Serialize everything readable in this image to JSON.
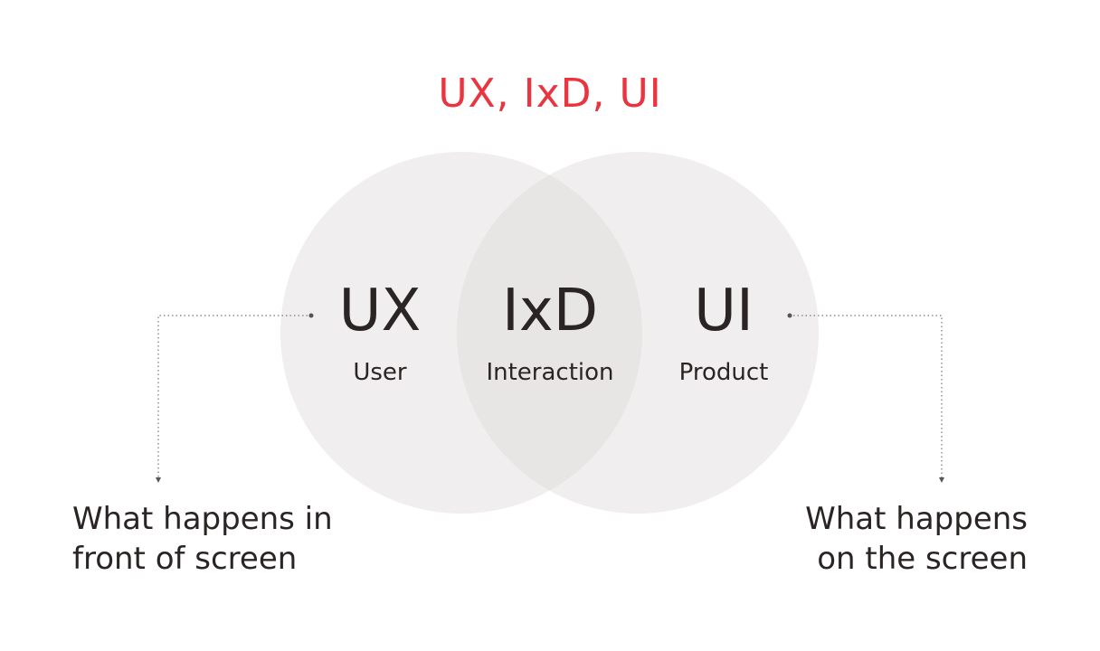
{
  "title": "UX, IxD, UI",
  "colors": {
    "title": "#e8353f",
    "text": "#2b2424",
    "circle_fill": "#f0eeee",
    "overlap_fill": "#e8e5e5",
    "connector": "#555555"
  },
  "circles": [
    {
      "abbr": "UX",
      "label": "User"
    },
    {
      "abbr": "IxD",
      "label": "Interaction"
    },
    {
      "abbr": "UI",
      "label": "Product"
    }
  ],
  "captions": {
    "left_line1": "What happens in",
    "left_line2": "front of screen",
    "right_line1": "What happens",
    "right_line2": "on the screen"
  }
}
